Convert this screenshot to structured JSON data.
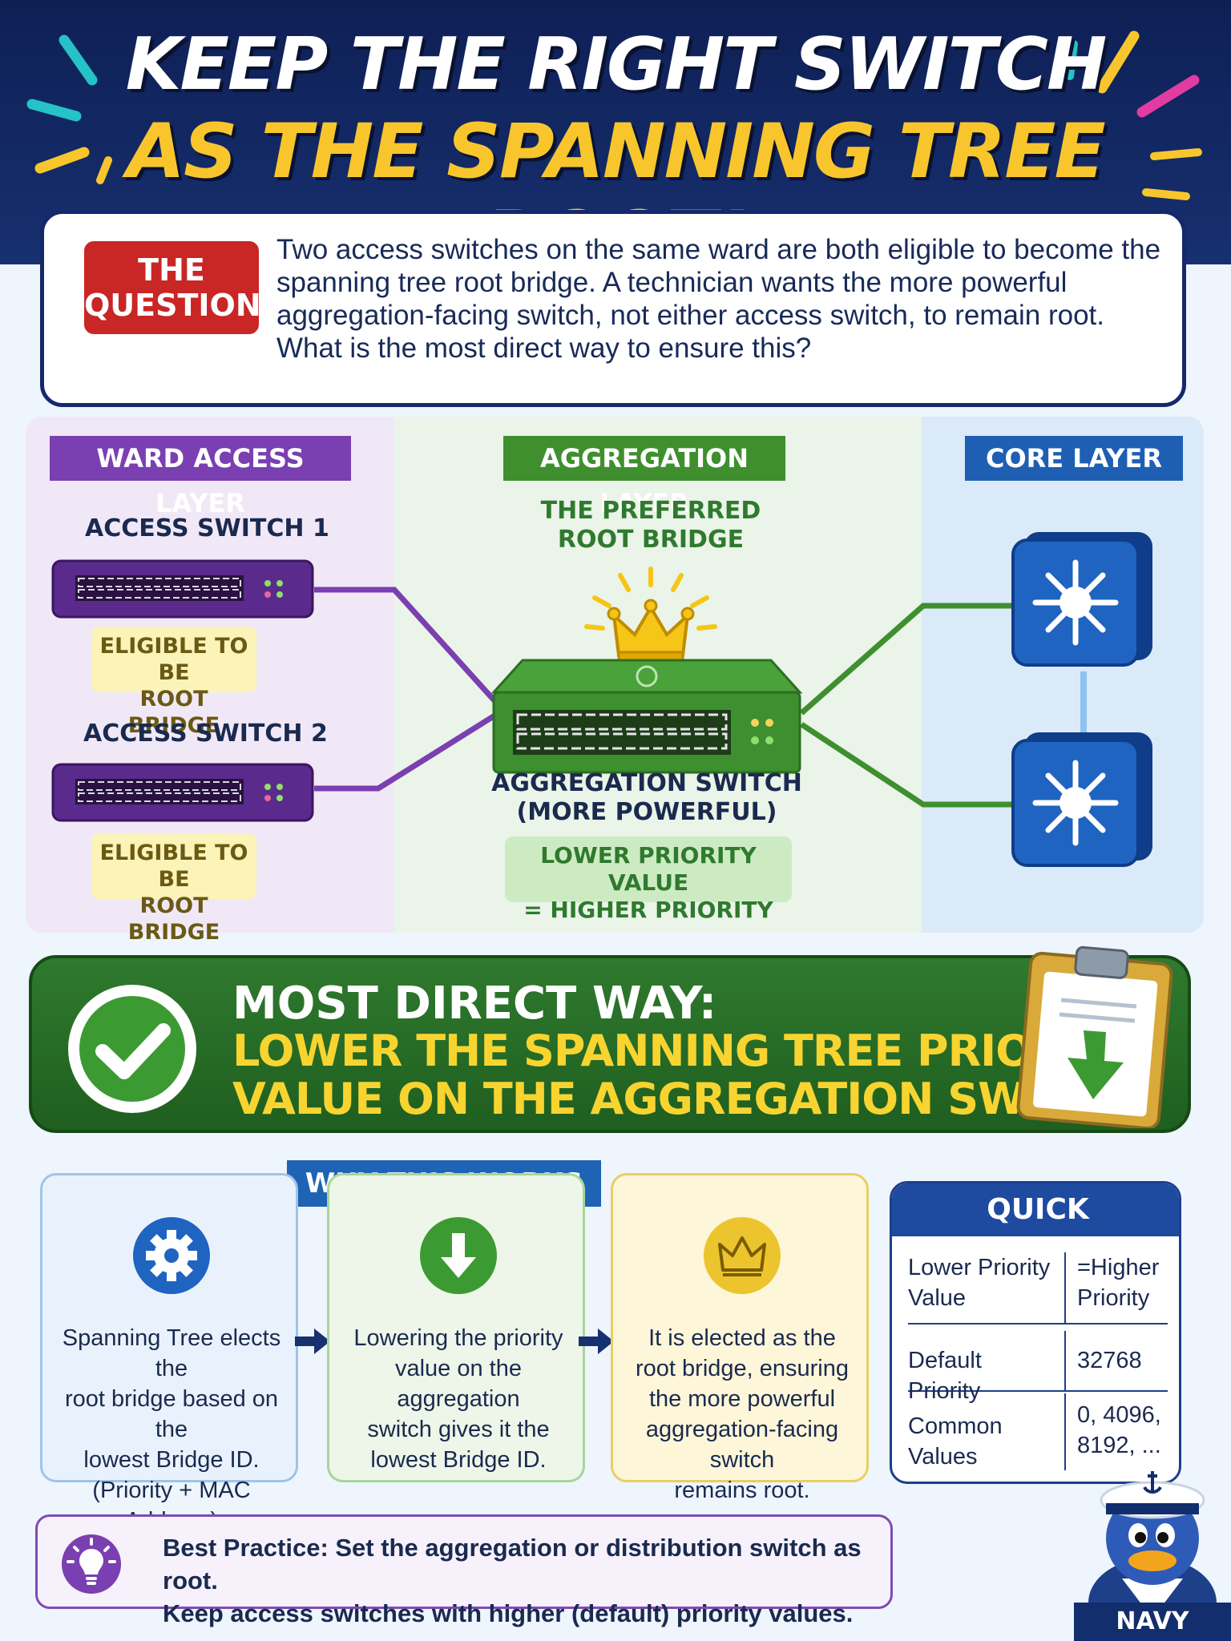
{
  "header": {
    "line1": "KEEP THE RIGHT SWITCH",
    "line2": "AS THE SPANNING TREE ROOT!"
  },
  "question": {
    "tag_line1": "THE",
    "tag_line2": "QUESTION:",
    "text": "Two access switches on the same ward are both eligible to become the spanning tree root bridge. A technician wants the more powerful aggregation-facing switch, not either access switch, to remain root. What is the most direct way to ensure this?"
  },
  "diagram": {
    "ward_layer": "WARD ACCESS LAYER",
    "aggregation_layer": "AGGREGATION LAYER",
    "core_layer": "CORE LAYER",
    "access1": {
      "label": "ACCESS SWITCH 1",
      "note_line1": "ELIGIBLE TO BE",
      "note_line2": "ROOT BRIDGE"
    },
    "access2": {
      "label": "ACCESS SWITCH 2",
      "note_line1": "ELIGIBLE TO BE",
      "note_line2": "ROOT BRIDGE"
    },
    "preferred_line1": "THE PREFERRED",
    "preferred_line2": "ROOT BRIDGE",
    "agg_line1": "AGGREGATION SWITCH",
    "agg_line2": "(MORE POWERFUL)",
    "priority_line1": "LOWER PRIORITY VALUE",
    "priority_line2": "= HIGHER PRIORITY",
    "colors": {
      "access": "#7a3fb0",
      "aggregation": "#3f8f2f",
      "core": "#1e5fb3"
    }
  },
  "answer": {
    "heading": "MOST DIRECT WAY:",
    "line1": "LOWER THE SPANNING TREE PRIORITY",
    "line2": "VALUE ON THE AGGREGATION SWITCH",
    "icons": [
      "check-circle-icon",
      "clipboard-down-arrow-icon"
    ]
  },
  "why": {
    "title": "WHY THIS WORKS",
    "cards": [
      {
        "icon": "gear-icon",
        "text_lines": [
          "Spanning Tree elects the",
          "root bridge based on the",
          "lowest Bridge ID.",
          "(Priority + MAC Address)"
        ]
      },
      {
        "icon": "down-arrow-icon",
        "text_lines": [
          "Lowering the priority",
          "value on the aggregation",
          "switch gives it the",
          "lowest Bridge ID."
        ]
      },
      {
        "icon": "crown-icon",
        "text_lines": [
          "It is elected as the",
          "root bridge, ensuring",
          "the more powerful",
          "aggregation-facing switch",
          "remains root."
        ]
      }
    ]
  },
  "quick_reference": {
    "title": "QUICK REFERENCE",
    "rows": [
      {
        "k1": "Lower Priority",
        "k2": "Value",
        "v1": "=Higher",
        "v2": "Priority"
      },
      {
        "k1": "Default Priority",
        "k2": "",
        "v1": "32768",
        "v2": ""
      },
      {
        "k1": "Common Values",
        "k2": "",
        "v1": "0, 4096,",
        "v2": "8192, ..."
      }
    ]
  },
  "best_practice": {
    "line1": "Best Practice: Set the aggregation or distribution switch as root.",
    "line2": "Keep access switches with higher (default) priority values.",
    "icon": "lightbulb-icon"
  },
  "mascot": {
    "name": "NAVY DUCK"
  }
}
